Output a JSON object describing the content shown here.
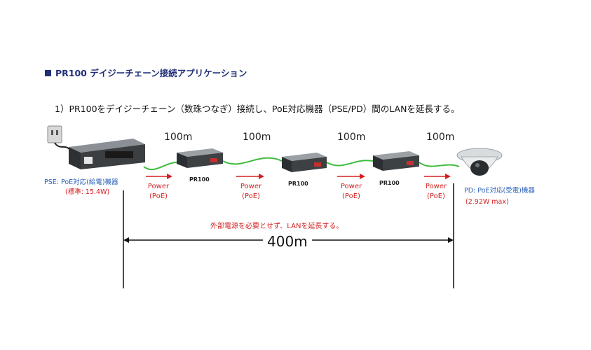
{
  "heading": "PR100 デイジーチェーン接続アプリケーション",
  "description": "1）PR100をデイジーチェーン（数珠つなぎ）接続し、PoE対応機器（PSE/PD）間のLANを延長する。",
  "segments": [
    {
      "distance": "100m"
    },
    {
      "distance": "100m"
    },
    {
      "distance": "100m"
    },
    {
      "distance": "100m"
    }
  ],
  "devices": {
    "pse_name": "PSE: PoE対応(給電)機器",
    "pse_power": "(標準: 15.4W)",
    "pd_name": "PD: PoE対応(受電)機器",
    "pd_power": "(2.92W max)",
    "repeater_label": "PR100"
  },
  "power_labels": [
    {
      "line1": "Power",
      "line2": "(PoE)"
    },
    {
      "line1": "Power",
      "line2": "(PoE)"
    },
    {
      "line1": "Power",
      "line2": "(PoE)"
    },
    {
      "line1": "Power",
      "line2": "(PoE)"
    }
  ],
  "note": "外部電源を必要とせず、LANを延長する。",
  "total_distance": "400m",
  "colors": {
    "cable": "#3dbb3d",
    "arrow": "#d42020",
    "heading": "#1f2f78",
    "device_text": "#2a5fb8"
  }
}
